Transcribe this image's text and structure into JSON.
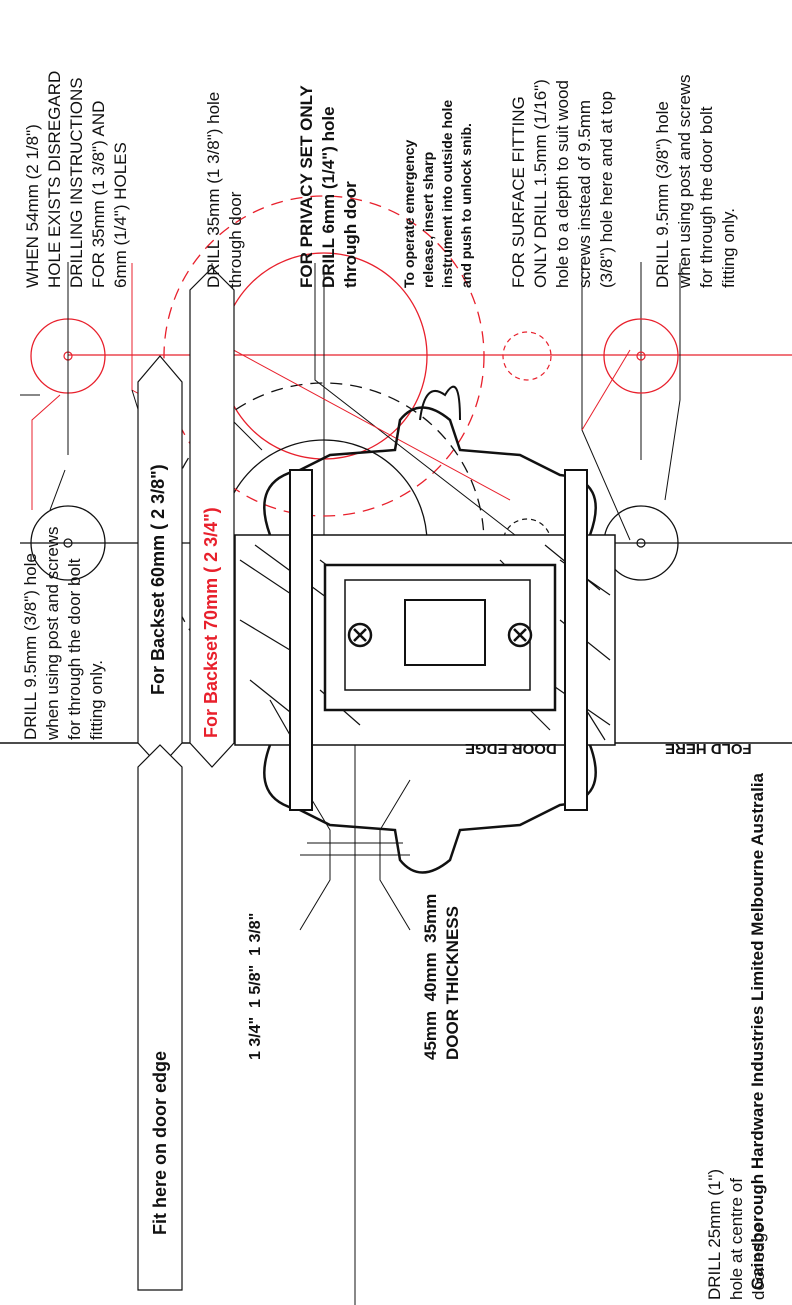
{
  "texts": {
    "when_54mm": "WHEN 54mm (2 1/8\")\nHOLE EXISTS DISREGARD\nDRILLING INSTRUCTIONS\nFOR 35mm (1 3/8\") AND\n6mm (1/4\") HOLES",
    "drill_35": "DRILL 35mm (1 3/8\") hole\nthrough door",
    "privacy": "FOR PRIVACY SET ONLY\nDRILL 6mm (1/4\") hole\nthrough door",
    "emergency": "To operate emergency\nrelease, insert sharp\ninstrument into outside hole\nand push to unlock snib.",
    "surface": "FOR SURFACE FITTING\nONLY DRILL 1.5mm (1/16\")\nhole to a depth to suit wood\nscrews instead of 9.5mm\n(3/8\") hole here and at top",
    "drill_95_right": "DRILL 9.5mm (3/8\") hole\nwhen using post and screws\nfor through the door bolt\nfitting only.",
    "drill_95_left": "DRILL 9.5mm (3/8\") hole\nwhen using post and screws\nfor through the door bolt\nfitting only.",
    "backset_60": "For Backset 60mm ( 2 3/8\")",
    "backset_70": "For Backset 70mm ( 2 3/4\")",
    "fit_here": "Fit here on door edge",
    "door_edge": "DOOR EDGE",
    "fold_here": "FOLD HERE",
    "footer": "Gainsborough Hardware Industries Limited Melbourne Australia",
    "thick_fractions": "1 3/4\"  1 5/8\"  1 3/8\"",
    "thick_mm": "45mm  40mm  35mm\nDOOR THICKNESS",
    "drill_25": "DRILL 25mm (1\")\nhole at centre of\ndoor edge"
  },
  "colors": {
    "red": "#e8202c",
    "black": "#111111"
  }
}
